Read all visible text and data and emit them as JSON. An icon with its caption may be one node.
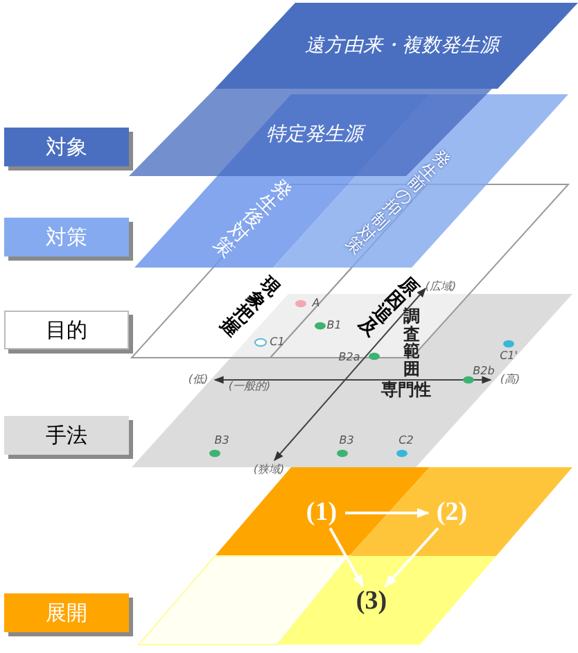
{
  "diagram": {
    "nodes": [
      {
        "text": [
          "対象"
        ]
      },
      {
        "text": [
          "対策"
        ]
      },
      {
        "text": [
          "目的"
        ]
      },
      {
        "text": [
          "手法"
        ]
      },
      {
        "text": [
          "展開"
        ]
      },
      {
        "text": [
          "遠方由来・複数発生源"
        ]
      },
      {
        "text": [
          "特定発生源"
        ]
      },
      {
        "text": [
          "発生後対策"
        ]
      },
      {
        "text": [
          "発生前の抑制対策"
        ]
      },
      {
        "text": [
          "現象把握"
        ]
      },
      {
        "text": [
          "原因追及"
        ]
      },
      {
        "text": [
          "(1)"
        ]
      },
      {
        "text": [
          "(2)"
        ]
      },
      {
        "text": [
          "(3)"
        ]
      }
    ],
    "edges": [
      {
        "from": 11,
        "to": 12,
        "arrow": "to"
      },
      {
        "from": 11,
        "to": 13,
        "arrow": "to"
      },
      {
        "from": 12,
        "to": 13,
        "arrow": "to"
      }
    ],
    "labels": [
      "A",
      "(広域)",
      "B1",
      "調査範囲",
      "C1'",
      "C1",
      "B2a",
      "B2b",
      "(低)",
      "(一般的)",
      "(高)",
      "専門性",
      "B3",
      "B3",
      "C2",
      "(狭域)"
    ]
  }
}
